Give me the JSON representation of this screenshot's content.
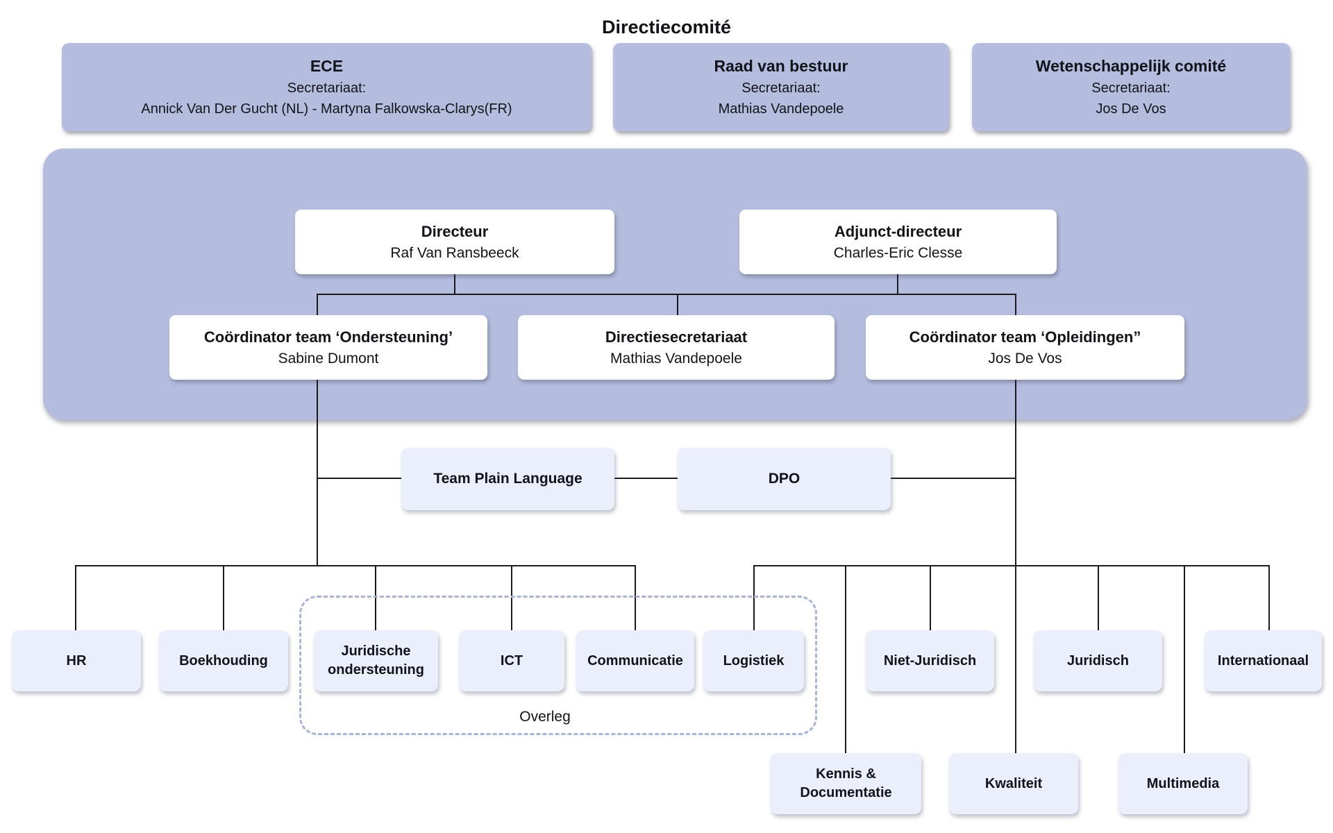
{
  "colors": {
    "committee_fill": "#b4bdde",
    "node_fill": "#ffffff",
    "unit_fill": "#ebeefb",
    "line": "#1a1a1c",
    "dashed_border": "#a9b2d8"
  },
  "top_row": [
    {
      "title": "ECE",
      "subtitle": "Secretariaat:",
      "names": "Annick Van Der Gucht (NL) - Martyna Falkowska-Clarys(FR)"
    },
    {
      "title": "Raad van bestuur",
      "subtitle": "Secretariaat:",
      "names": "Mathias Vandepoele"
    },
    {
      "title": "Wetenschappelijk comité",
      "subtitle": "Secretariaat:",
      "names": "Jos De Vos"
    }
  ],
  "directiecomite": {
    "title": "Directiecomité",
    "directeur": {
      "role": "Directeur",
      "name": "Raf Van Ransbeeck"
    },
    "adjunct_directeur": {
      "role": "Adjunct-directeur",
      "name": "Charles-Eric Clesse"
    },
    "coordinators": [
      {
        "role": "Coördinator team ‘Ondersteuning’",
        "name": "Sabine Dumont"
      },
      {
        "role": "Directiesecretariaat",
        "name": "Mathias Vandepoele"
      },
      {
        "role": "Coördinator team ‘Opleidingen”",
        "name": "Jos De Vos"
      }
    ]
  },
  "staff_boxes": {
    "team_plain_language": {
      "label": "Team Plain Language"
    },
    "dpo": {
      "label": "DPO"
    }
  },
  "units_row1": [
    "HR",
    "Boekhouding",
    "Juridische ondersteuning",
    "ICT",
    "Communicatie",
    "Logistiek",
    "Niet-Juridisch",
    "Juridisch",
    "Internationaal"
  ],
  "units_row2": [
    "Kennis & Documentatie",
    "Kwaliteit",
    "Multimedia"
  ],
  "overleg": {
    "label": "Overleg"
  }
}
